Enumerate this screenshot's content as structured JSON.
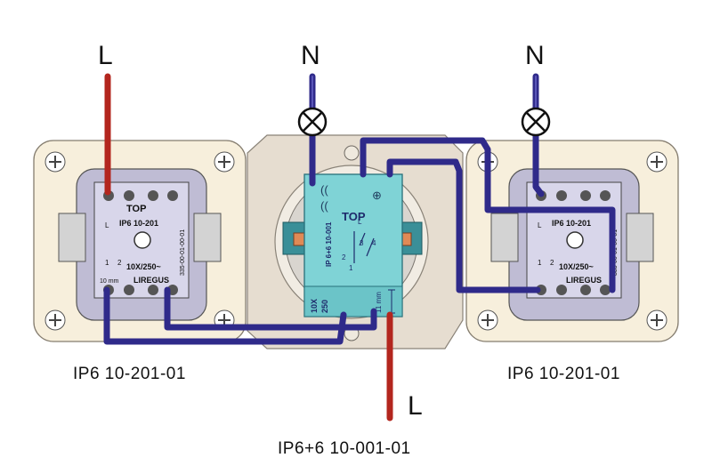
{
  "terminals": {
    "live_left": "L",
    "neutral_mid": "N",
    "neutral_right": "N",
    "live_bottom": "L"
  },
  "models": {
    "left_switch": "IP6 10-201-01",
    "right_switch": "IP6 10-201-01",
    "center_switch": "IP6+6 10-001-01"
  },
  "switch_module_side": {
    "top": "TOP",
    "model": "IP6 10-201",
    "rating": "10X/250~",
    "brand": "LIREGUS",
    "strip": "10 mm",
    "pin_l": "L",
    "pin_1": "1",
    "pin_2": "2",
    "code": "335-00-01-00-01"
  },
  "switch_module_center": {
    "top": "TOP",
    "model": "IP 6+6 10-001",
    "rating_a": "10X",
    "rating_b": "250",
    "strip": "11 mm",
    "pin_l": "L",
    "pin_1": "1",
    "pin_2": "2",
    "pin_3": "3",
    "pin_4": "4"
  },
  "colors": {
    "live_wire": "#b3261e",
    "neutral_wire": "#2f2a8a",
    "frame": "#f6ecd8",
    "module": "#7fd3d6",
    "mechanism": "#c9c6dd"
  }
}
